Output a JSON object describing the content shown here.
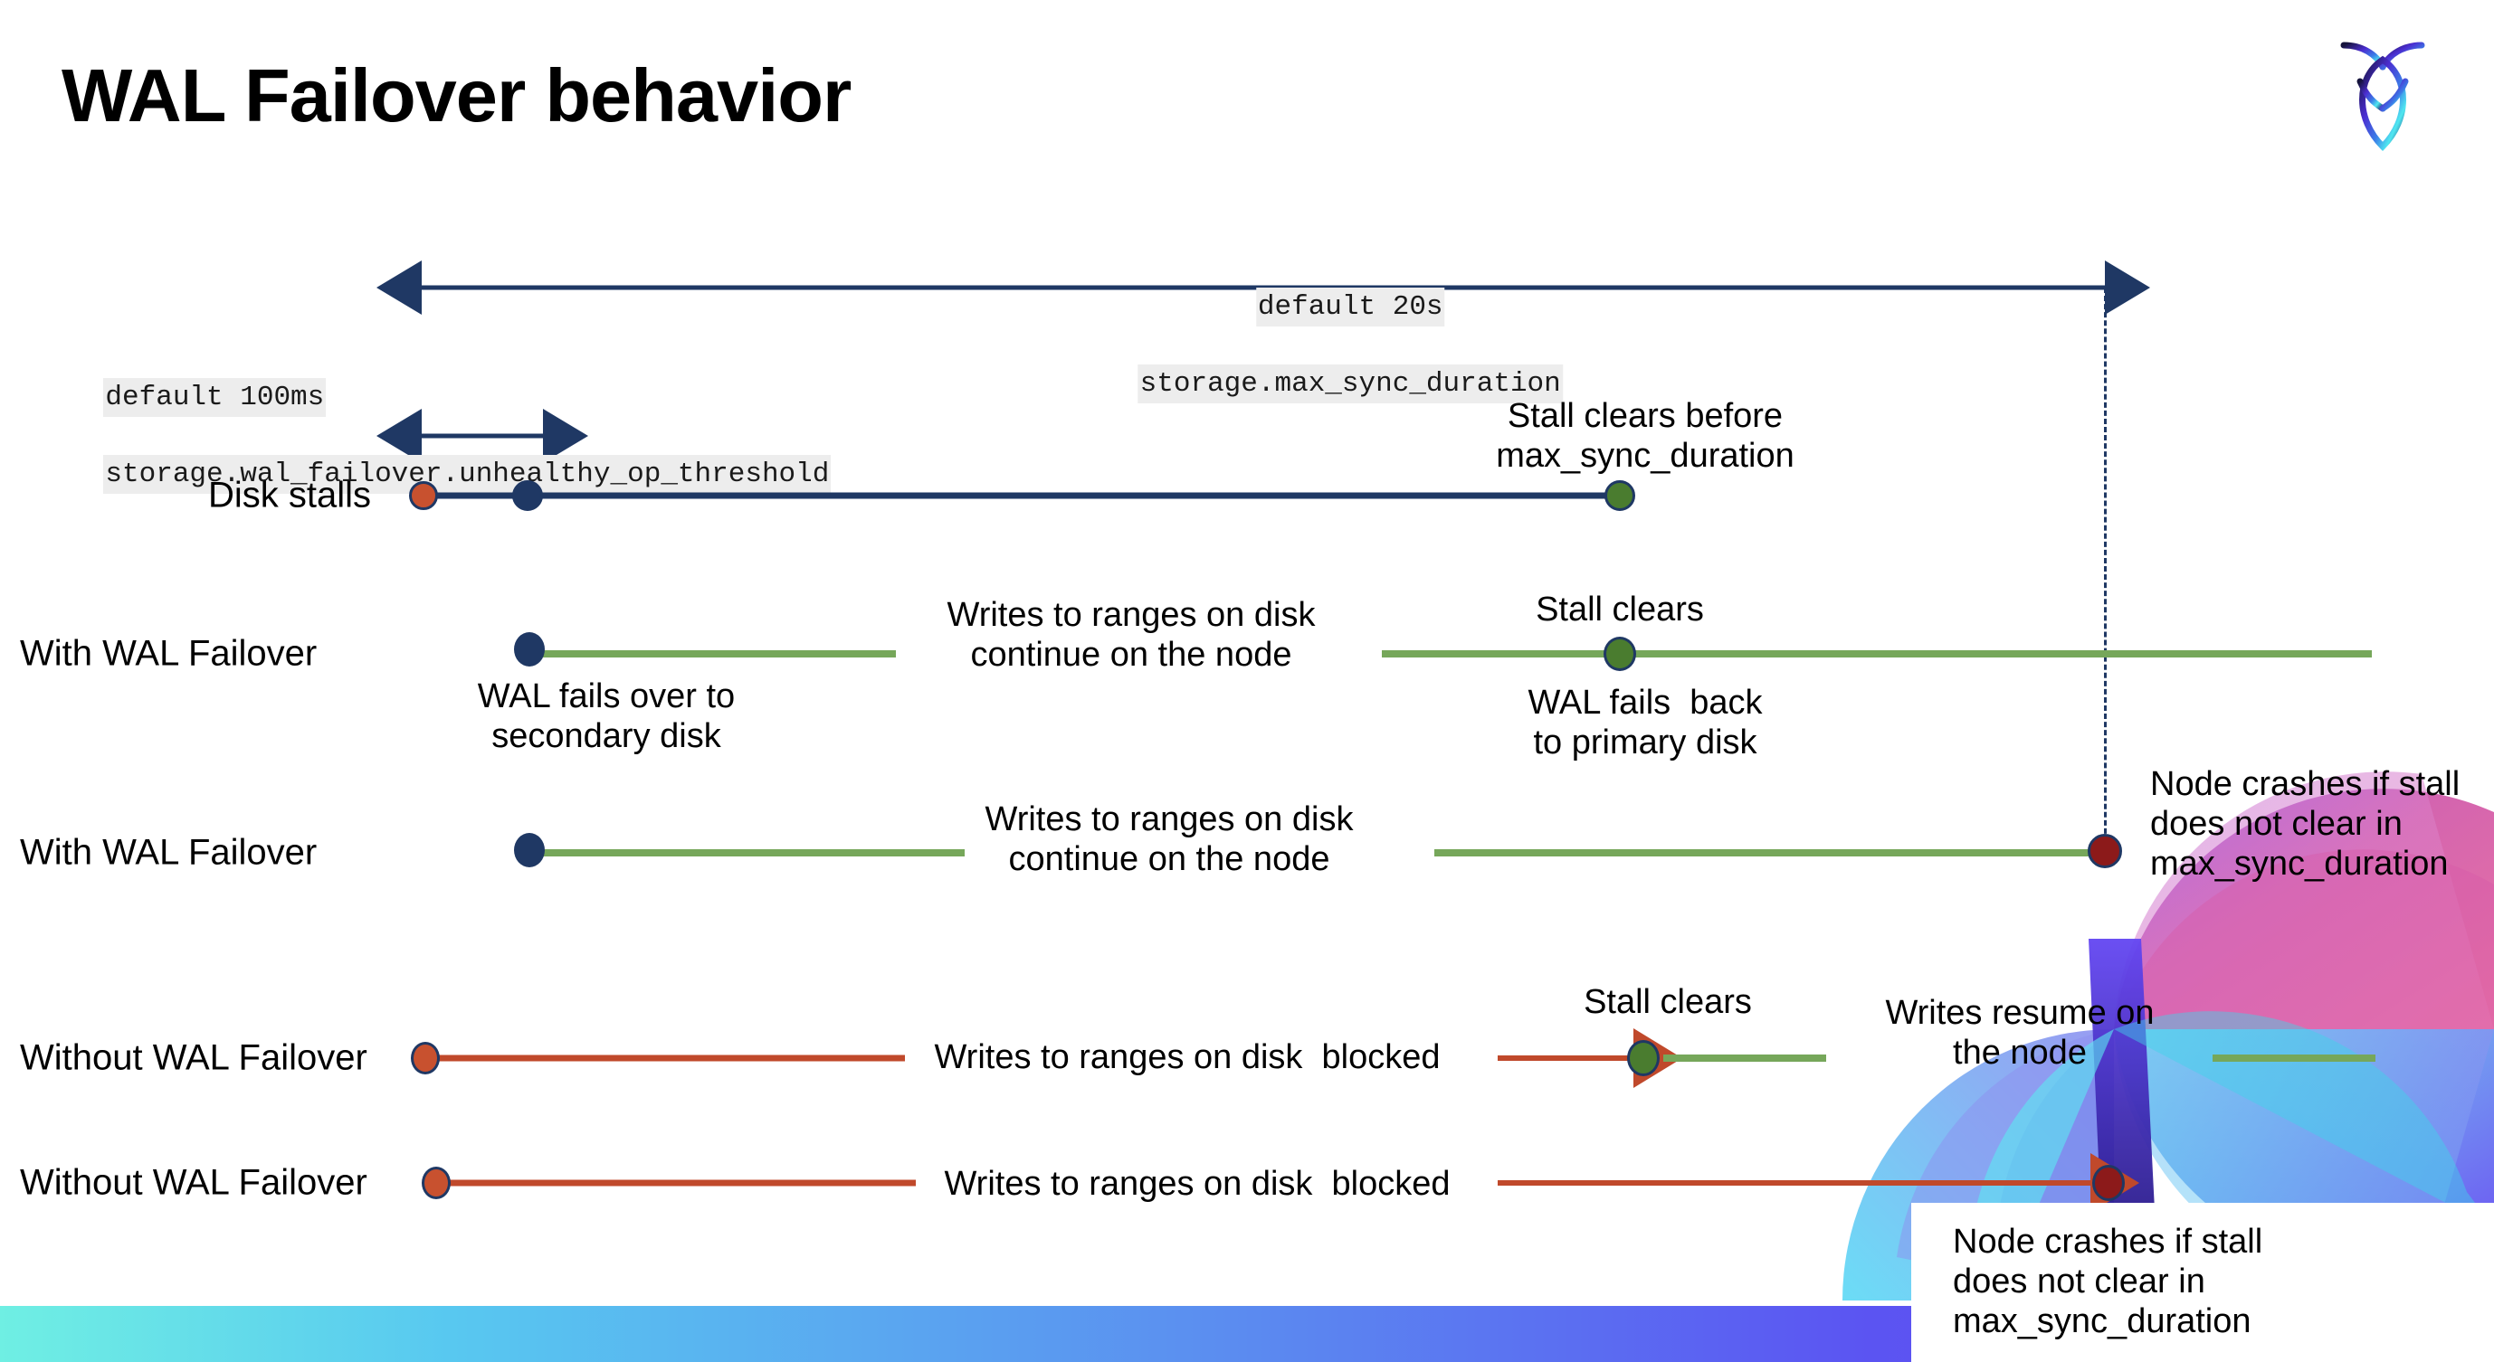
{
  "slide": {
    "title": "WAL Failover behavior",
    "logo_name": "cockroachdb-logo"
  },
  "annotations": {
    "max_sync_duration": {
      "line1": "default 20s",
      "line2": "storage.max_sync_duration"
    },
    "unhealthy_op_threshold": {
      "line1": "default 100ms",
      "line2": "storage.wal_failover.unhealthy_op_threshold"
    }
  },
  "rows": [
    {
      "id": "disk-stalls",
      "label": "Disk stalls",
      "note_above": "Stall clears before\nmax_sync_duration"
    },
    {
      "id": "with-wal-failover-1",
      "label": "With WAL Failover",
      "note_below_start": "WAL fails over to\nsecondary disk",
      "note_middle": "Writes to ranges on disk\ncontinue on the node",
      "note_above_clear": "Stall clears",
      "note_below_clear": "WAL fails  back\nto primary disk"
    },
    {
      "id": "with-wal-failover-2",
      "label": "With WAL Failover",
      "note_middle": "Writes to ranges on disk\ncontinue on the node",
      "note_right": "Node crashes if stall\ndoes not clear in\nmax_sync_duration"
    },
    {
      "id": "without-wal-failover-1",
      "label": "Without WAL Failover",
      "note_middle": "Writes to ranges on disk  blocked",
      "note_above_clear": "Stall clears",
      "note_right": "Writes resume on\nthe node"
    },
    {
      "id": "without-wal-failover-2",
      "label": "Without WAL Failover",
      "note_middle": "Writes to ranges on disk  blocked",
      "note_callout": "Node crashes if stall\ndoes not clear in\nmax_sync_duration"
    }
  ],
  "colors": {
    "navy": "#1F3864",
    "green_line": "#76A75A",
    "red_line": "#C0492B",
    "dot_orange": "#C8512F",
    "dot_green": "#4A7C2F",
    "dot_darkred": "#8C1A1A",
    "code_highlight": "#EDEDED"
  }
}
